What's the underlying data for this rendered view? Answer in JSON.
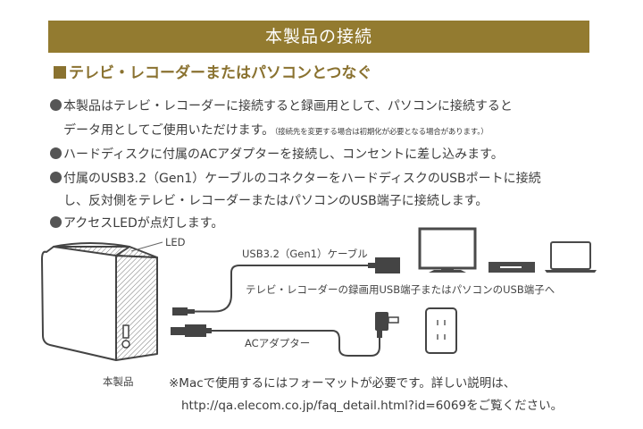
{
  "banner": {
    "title": "本製品の接続"
  },
  "section": {
    "heading": "テレビ・レコーダーまたはパソコンとつなぐ"
  },
  "instructions": [
    {
      "line1": "本製品はテレビ・レコーダーに接続すると録画用として、パソコンに接続すると",
      "line2": "データ用としてご使用いただけます。",
      "line2_note": "（接続先を変更する場合は初期化が必要となる場合があります。）"
    },
    {
      "line1": "ハードディスクに付属のACアダプターを接続し、コンセントに差し込みます。"
    },
    {
      "line1": "付属のUSB3.2（Gen1）ケーブルのコネクターをハードディスクのUSBポートに接続",
      "line2": "し、反対側をテレビ・レコーダーまたはパソコンのUSB端子に接続します。"
    },
    {
      "line1": "アクセスLEDが点灯します。"
    }
  ],
  "diagram": {
    "led_label": "LED",
    "device_label": "本製品",
    "usb_cable_label": "USB3.2（Gen1）ケーブル",
    "usb_target_label": "テレビ・レコーダーの録画用USB端子またはパソコンのUSB端子へ",
    "ac_adapter_label": "ACアダプター"
  },
  "footer_note": {
    "line1": "※Macで使用するにはフォーマットが必要です。詳しい説明は、",
    "line2": "http://qa.elecom.co.jp/faq_detail.html?id=6069をご覧ください。"
  },
  "colors": {
    "accent": "#937b30",
    "heading": "#8a7230",
    "line_art": "#4a4a4a"
  }
}
